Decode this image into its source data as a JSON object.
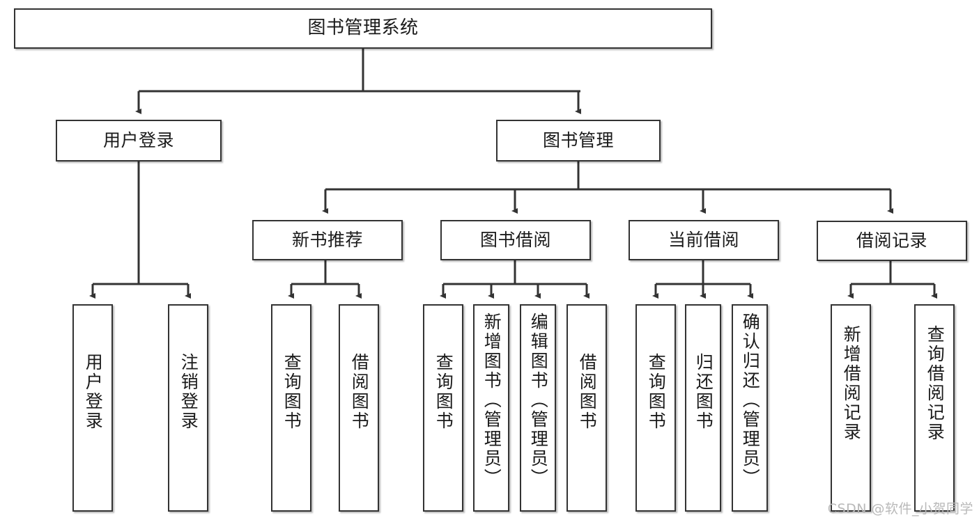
{
  "diagram": {
    "title": "图书管理系统",
    "levels": {
      "root": {
        "label": "图书管理系统"
      },
      "level2": [
        {
          "label": "用户登录"
        },
        {
          "label": "图书管理"
        }
      ],
      "level3": [
        {
          "label": "新书推荐"
        },
        {
          "label": "图书借阅"
        },
        {
          "label": "当前借阅"
        },
        {
          "label": "借阅记录"
        }
      ],
      "leaves": [
        {
          "label": "用户登录",
          "parent": "用户登录"
        },
        {
          "label": "注销登录",
          "parent": "用户登录"
        },
        {
          "label": "查询图书",
          "parent": "新书推荐"
        },
        {
          "label": "借阅图书",
          "parent": "新书推荐"
        },
        {
          "label": "查询图书",
          "parent": "图书借阅"
        },
        {
          "label": "新增图书（管理员）",
          "parent": "图书借阅"
        },
        {
          "label": "编辑图书（管理员）",
          "parent": "图书借阅"
        },
        {
          "label": "借阅图书",
          "parent": "图书借阅"
        },
        {
          "label": "查询图书",
          "parent": "当前借阅"
        },
        {
          "label": "归还图书",
          "parent": "当前借阅"
        },
        {
          "label": "确认归还（管理员）",
          "parent": "当前借阅"
        },
        {
          "label": "新增借阅记录",
          "parent": "借阅记录"
        },
        {
          "label": "查询借阅记录",
          "parent": "借阅记录"
        }
      ]
    },
    "colors": {
      "box_border": "#333333",
      "box_fill": "#ffffff",
      "edge": "#333333",
      "text": "#1a1a1a",
      "watermark": "#b9b9b9"
    }
  },
  "watermark": {
    "text": "CSDN @软件_小贺同学"
  }
}
